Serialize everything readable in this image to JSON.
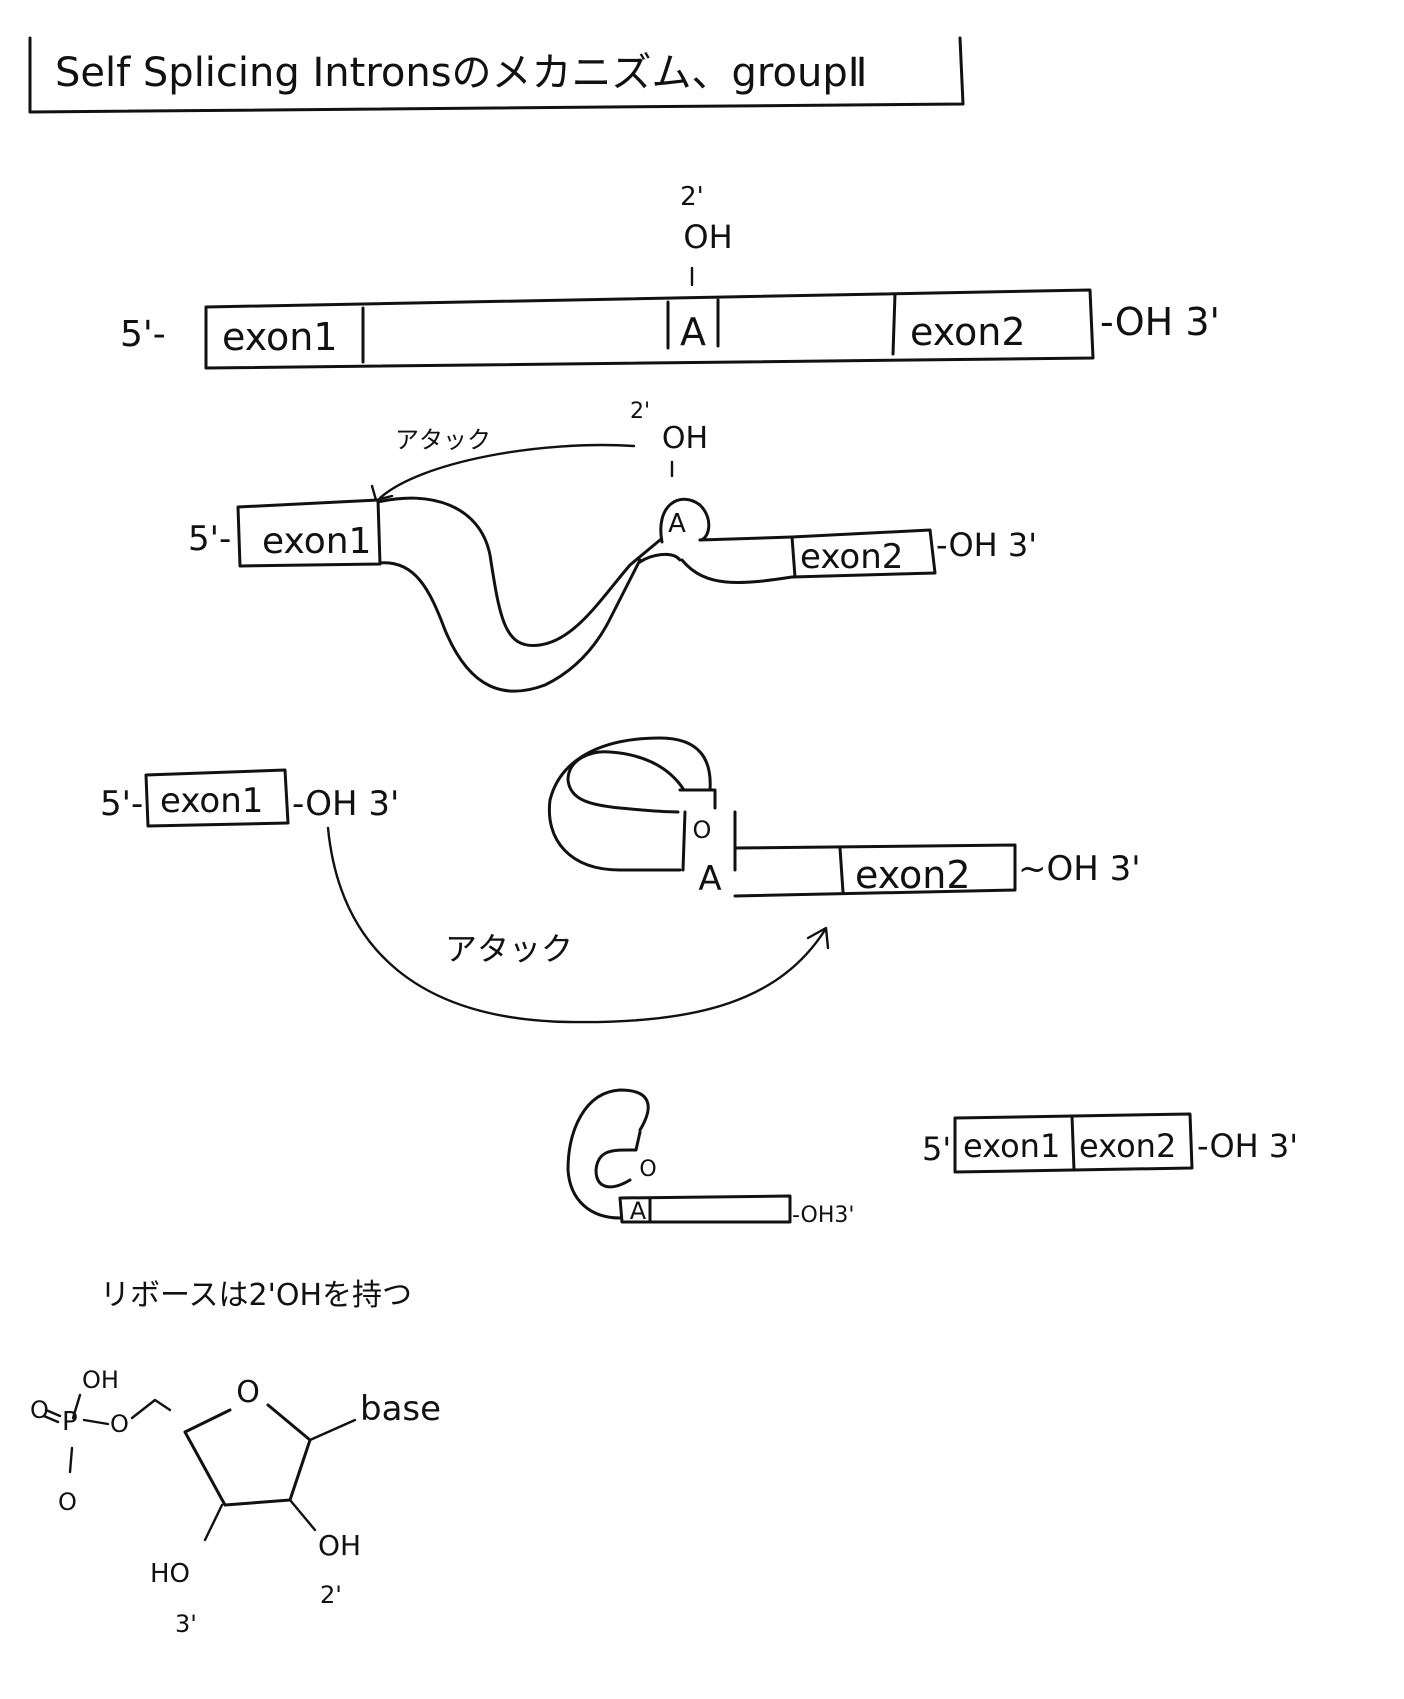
{
  "title": "Self Splicing Intronsのメカニズム、groupⅡ",
  "step1": {
    "five_prime": "5'-",
    "exon1": "exon1",
    "a": "A",
    "exon2": "exon2",
    "three_prime": "-OH 3'",
    "prime_mark": "2'",
    "oh": "OH"
  },
  "step2": {
    "attack": "アタック",
    "prime_mark": "2'",
    "oh": "OH",
    "five_prime": "5'-",
    "exon1": "exon1",
    "a": "A",
    "exon2": "exon2",
    "three_prime": "-OH 3'"
  },
  "step3": {
    "five_prime": "5'-",
    "exon1": "exon1",
    "three_prime": "-OH 3'",
    "attack": "アタック",
    "o": "O",
    "a": "A",
    "exon2": "exon2",
    "tail": "~OH 3'"
  },
  "step4": {
    "o": "O",
    "a": "A",
    "tail": "-OH3'",
    "five_prime": "5'",
    "exon1": "exon1",
    "exon2": "exon2",
    "three_prime": "-OH 3'"
  },
  "note": "リボースは2'OHを持つ",
  "ribose": {
    "oh_top": "OH",
    "o_left": "O",
    "p": "P",
    "o_link": "O",
    "o_bottom": "O",
    "ring_o": "O",
    "base": "base",
    "ho": "HO",
    "three": "3'",
    "oh_right": "OH",
    "two": "2'"
  }
}
